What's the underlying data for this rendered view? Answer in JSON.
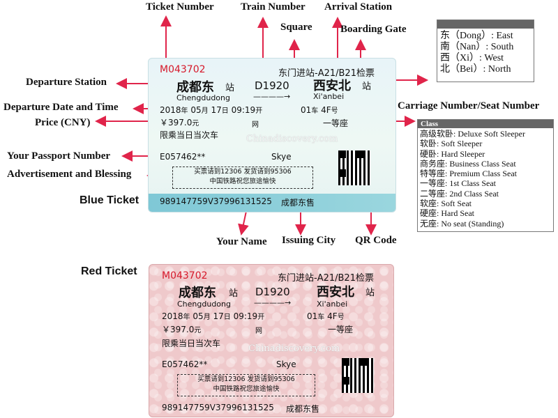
{
  "callouts": {
    "ticket_number": "Ticket Number",
    "train_number": "Train Number",
    "arrival_station": "Arrival Station",
    "square": "Square",
    "boarding_gate": "Boarding Gate",
    "departure_station": "Departure Station",
    "departure_datetime": "Departure Date and Time",
    "carriage_seat": "Carriage Number/Seat Number",
    "price": "Price (CNY)",
    "passport": "Your Passport Number",
    "ad_blessing": "Advertisement and Blessing",
    "your_name": "Your Name",
    "issuing_city": "Issuing City",
    "qr_code": "QR Code"
  },
  "section_labels": {
    "blue": "Blue Ticket",
    "red": "Red Ticket"
  },
  "ticket": {
    "number": "M043702",
    "gate": "东门进站-A21/B21检票",
    "departure_cn": "成都东",
    "station_char": "站",
    "departure_en": "Chengdudong",
    "train": "D1920",
    "arrival_cn": "西安北",
    "arrival_en": "Xi'anbei",
    "date_year": "2018",
    "date_year_unit": "年",
    "date_month": "05",
    "date_month_unit": "月",
    "date_day": "17",
    "date_day_unit": "日",
    "time": "09:19",
    "time_unit": "开",
    "carriage": "01",
    "carriage_unit": "车",
    "seat": "4F",
    "seat_unit": "号",
    "price": "￥397.0",
    "price_unit": "元",
    "net": "网",
    "seat_class": "一等座",
    "restriction": "限乘当日当次车",
    "watermark": "Chinadiscovery.com",
    "passport": "E057462**",
    "name": "Skye",
    "ad_line1": "买票请到12306  发货请到95306",
    "ad_line2": "中国铁路祝您旅途愉快",
    "serial": "989147759V37996131525",
    "issuing_city": "成都东售"
  },
  "directions": {
    "header": "",
    "items": [
      "东（Dong）: East",
      "南（Nan）: South",
      "西（Xi）: West",
      "北（Bei）: North"
    ]
  },
  "classes": {
    "header": "Class",
    "items": [
      "高级软卧:  Deluxe Soft Sleeper",
      "软卧: Soft Sleeper",
      "硬卧:  Hard Sleeper",
      "商务座:  Business Class Seat",
      "特等座: Premium Class Seat",
      "一等座:  1st Class Seat",
      "二等座:  2nd Class Seat",
      "软座:  Soft Seat",
      "硬座:  Hard Seat",
      "无座: No seat (Standing)"
    ]
  },
  "colors": {
    "arrow": "#e0244a",
    "ticket_number_red": "#d6182a",
    "blue_band": "#8fcfda",
    "red_ticket_bg": "#efc9cb"
  }
}
